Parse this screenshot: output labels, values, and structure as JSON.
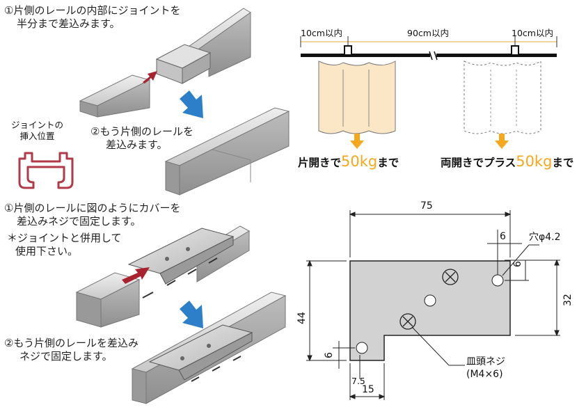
{
  "step1_joint": [
    "①片側のレールの内部にジョイントを",
    "半分まで差込みます。"
  ],
  "step2_joint": [
    "②もう片側のレールを",
    "差込みます。"
  ],
  "joint_position_label": [
    "ジョイントの",
    "挿入位置"
  ],
  "step1_cover": [
    "①片側のレールに図のようにカバーを",
    "差込みネジで固定します。"
  ],
  "cover_note": [
    "＊ジョイントと併用して",
    "使用下さい。"
  ],
  "step2_cover": [
    "②もう片側のレールを差込み",
    "ネジで固定します。"
  ],
  "load_diagram": {
    "left_margin": "10cm以内",
    "middle_span": "90cm以内",
    "right_margin": "10cm以内",
    "single_prefix": "片開きで",
    "single_weight": "50kg",
    "single_suffix": "まで",
    "double_prefix": "両開きでプラス",
    "double_weight": "50kg",
    "double_suffix": "まで"
  },
  "plate_drawing": {
    "width": "75",
    "hole_offset": "6",
    "hole_label": "穴φ4.2",
    "hole_vertical": "6",
    "right_height": "32",
    "total_height": "44",
    "notch_height": "6",
    "hole_left": "7.5",
    "notch_width": "15",
    "screw_label": "皿頭ネジ",
    "screw_spec": "(M4×6)"
  },
  "colors": {
    "red_arrow": "#a8232e",
    "blue_arrow": "#2d7fc9",
    "orange_arrow": "#f5a81c",
    "curtain": "#fbe7c6",
    "profile": "#b23a48"
  }
}
